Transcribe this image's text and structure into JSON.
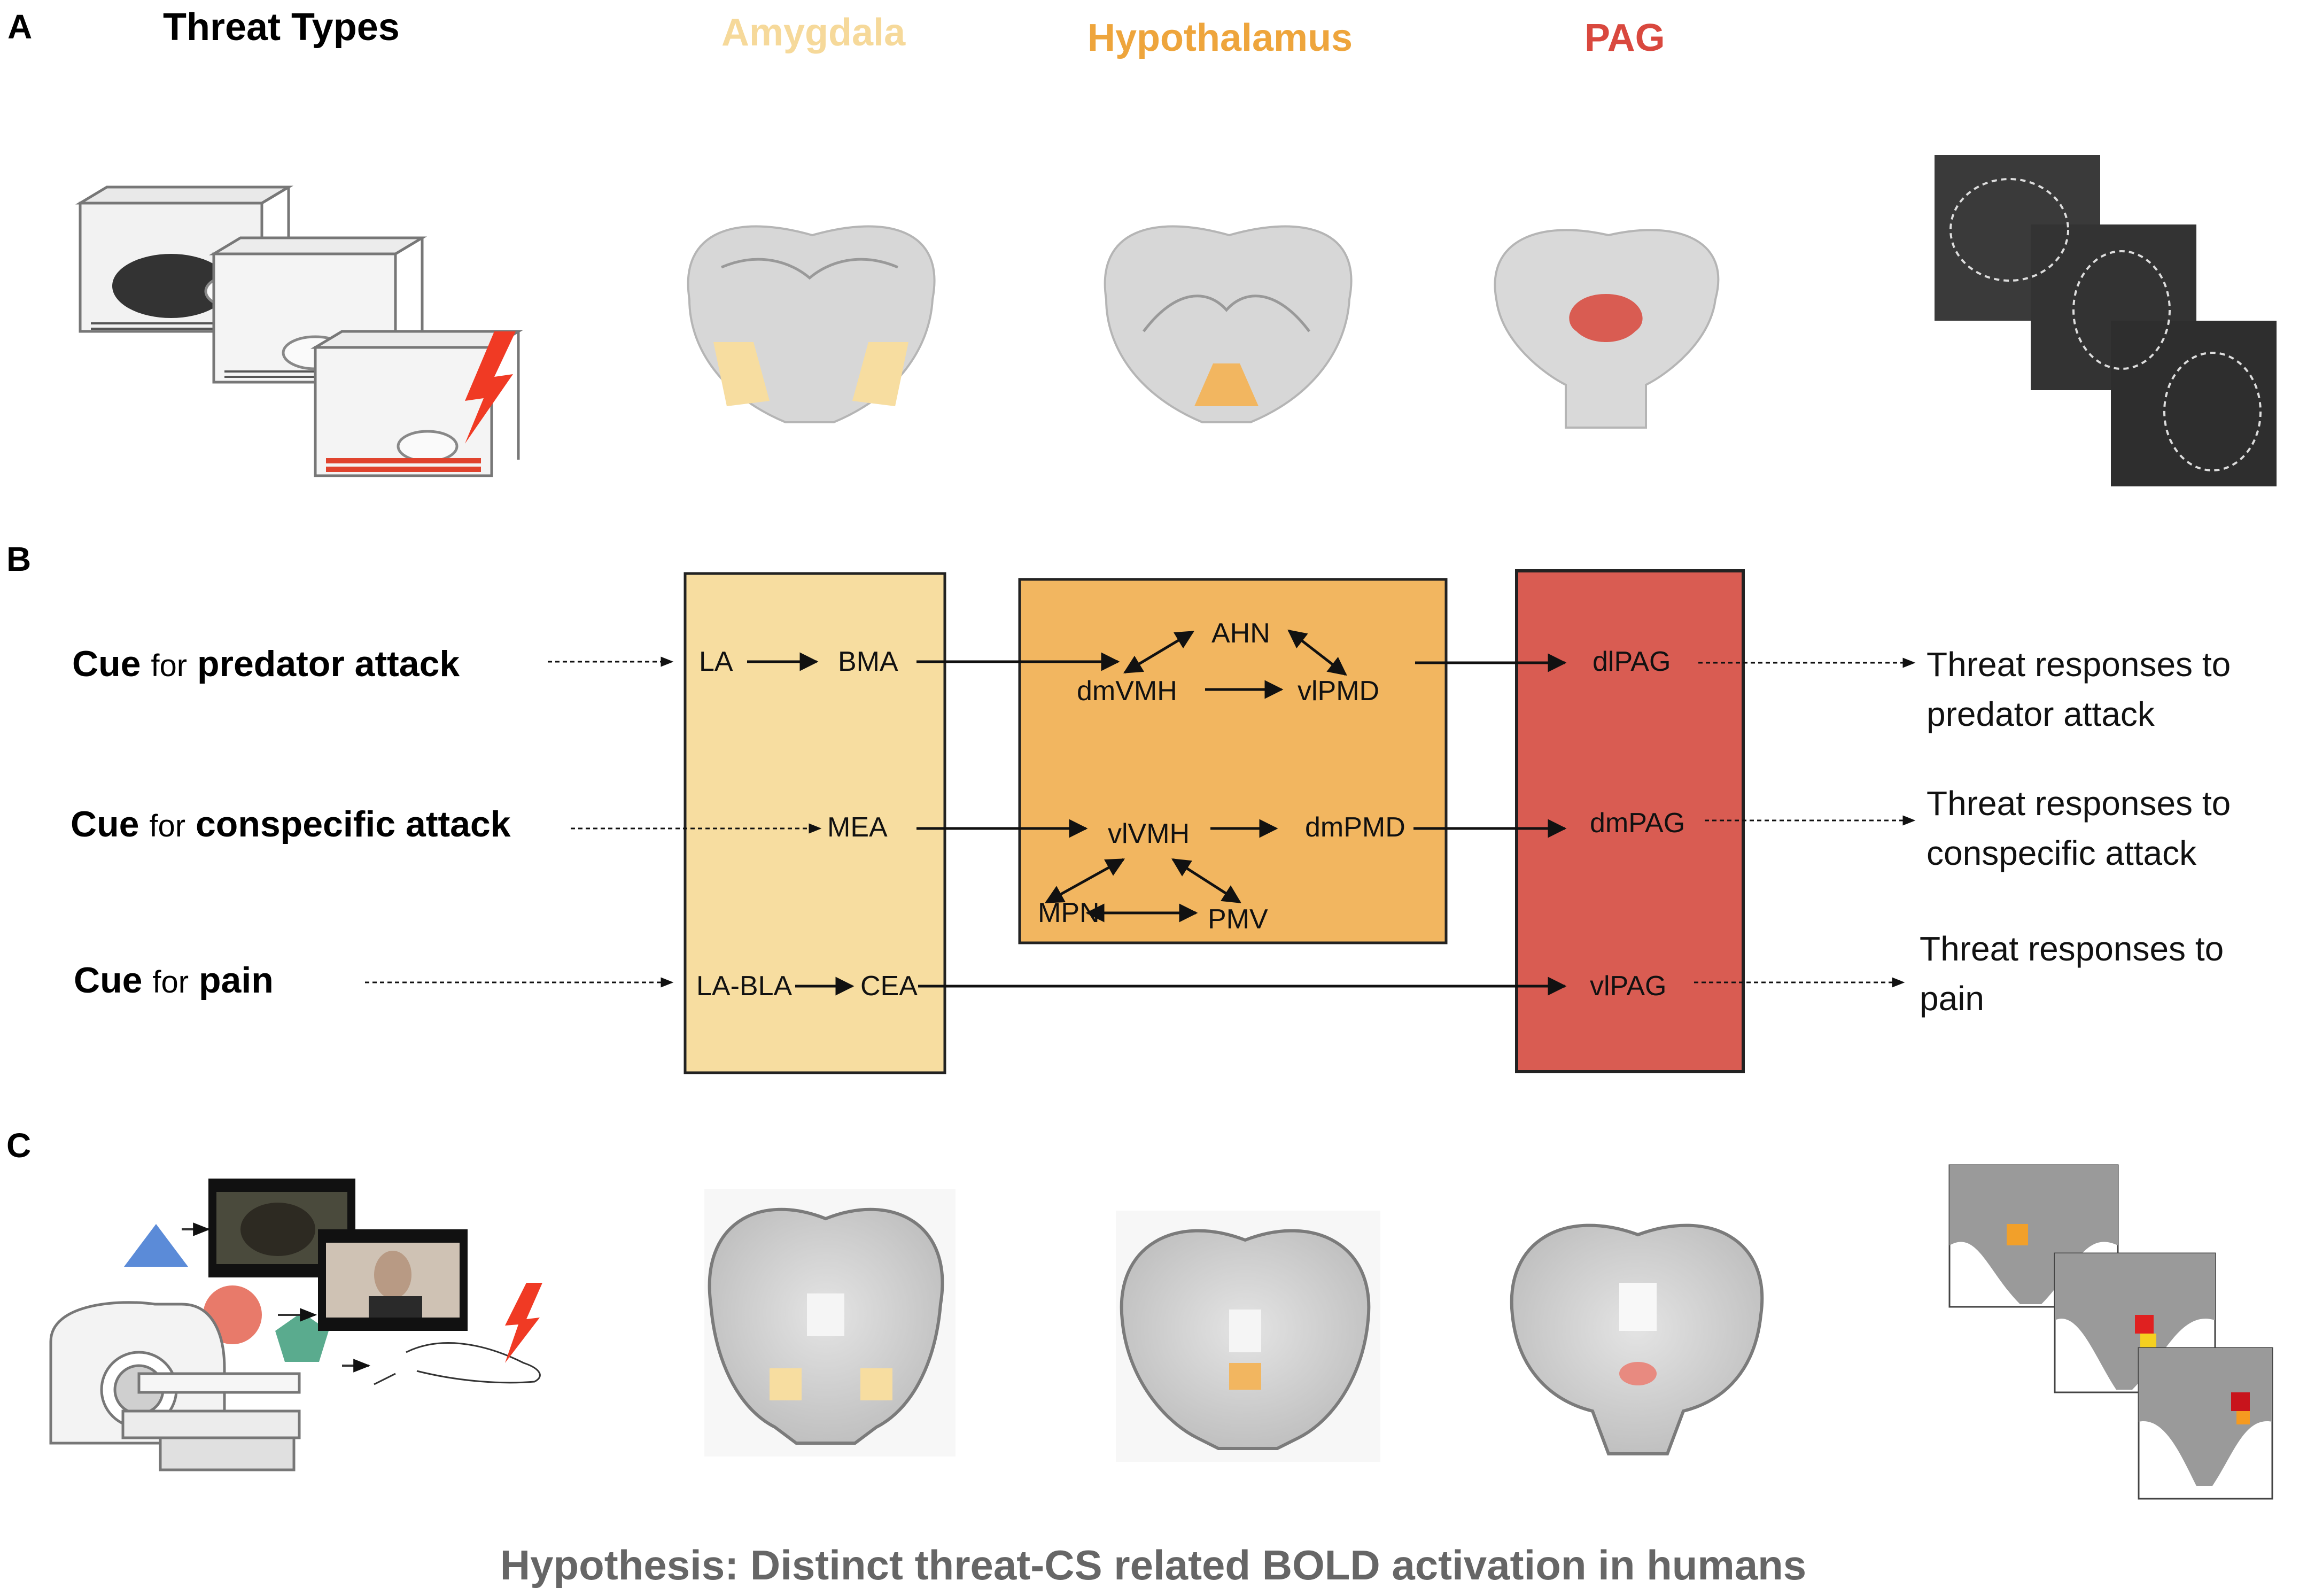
{
  "panels": {
    "a": "A",
    "b": "B",
    "c": "C"
  },
  "header": {
    "threat_types": "Threat Types",
    "amygdala": "Amygdala",
    "hypothalamus": "Hypothalamus",
    "pag": "PAG"
  },
  "colors": {
    "amygdala": "#f7dda0",
    "hypothalamus": "#f2b660",
    "pag": "#d95c52",
    "amygdala_title": "#f6d99a",
    "hypothalamus_title": "#eea53c",
    "pag_title": "#d9483e",
    "caption": "#666666"
  },
  "cues": {
    "predator": {
      "prefix": "Cue",
      "mid": "for",
      "strong": "predator attack"
    },
    "conspecific": {
      "prefix": "Cue",
      "mid": "for",
      "strong": "conspecific attack"
    },
    "pain": {
      "prefix": "Cue",
      "mid": "for",
      "strong": "pain"
    }
  },
  "nodes": {
    "la": "LA",
    "bma": "BMA",
    "mea": "MEA",
    "la_bla": "LA-BLA",
    "cea": "CEA",
    "ahn": "AHN",
    "dmvmh": "dmVMH",
    "vlpmd": "vlPMD",
    "vlvmh": "vlVMH",
    "dmpmd": "dmPMD",
    "mpn": "MPN",
    "pmv": "PMV",
    "dlpag": "dlPAG",
    "dmpag": "dmPAG",
    "vlpag": "vlPAG"
  },
  "responses": {
    "predator": {
      "line1": "Threat responses to",
      "line2": "predator attack"
    },
    "conspecific": {
      "line1": "Threat responses to",
      "line2": "conspecific attack"
    },
    "pain": {
      "line1": "Threat responses to",
      "line2": "pain"
    }
  },
  "caption": "Hypothesis: Distinct threat-CS related BOLD activation in humans",
  "icons": [
    "rat-cage-icon",
    "lightning-bolt-icon",
    "mouse-brain-slice-icon",
    "human-brain-slice-icon",
    "mri-scanner-icon",
    "film-strip-icon",
    "triangle-cue-icon",
    "circle-cue-icon",
    "pentagon-cue-icon"
  ]
}
